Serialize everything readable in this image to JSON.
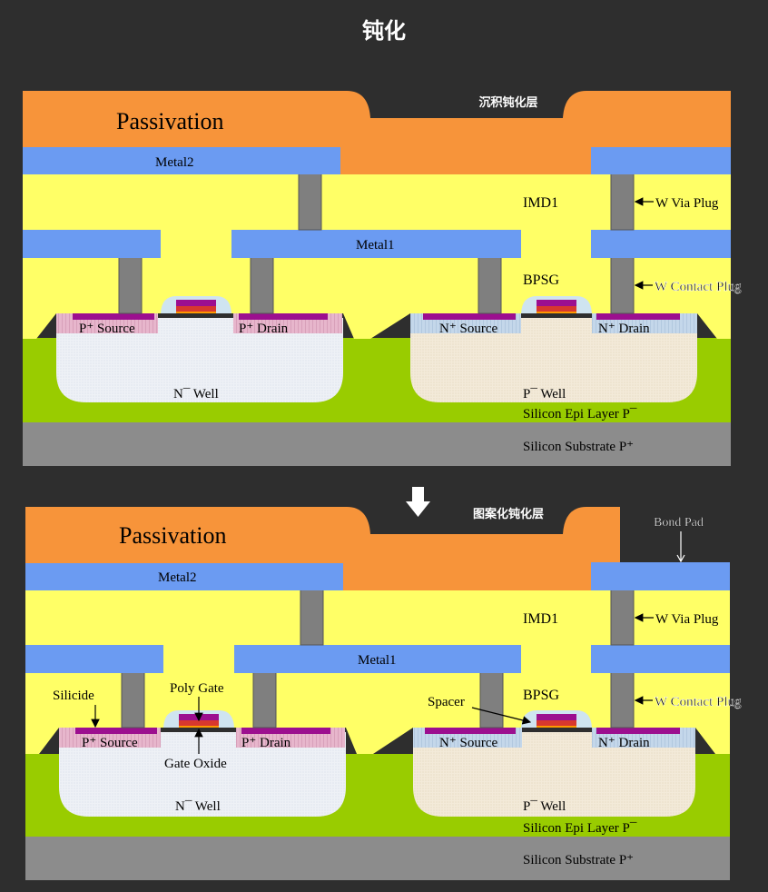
{
  "title": "钝化",
  "colors": {
    "background": "#2e2e2e",
    "passivation": "#f7943a",
    "metal": "#6b9bf2",
    "dielectric": "#ffff66",
    "tungsten": "#7f7f7f",
    "epi": "#99cc00",
    "substrate": "#8c8c8c",
    "well_n": "#eef1f6",
    "well_p": "#f3ead9",
    "silicide": "#9c0f8f",
    "poly": "#d8382e",
    "gate_oxide": "#ff9900",
    "spacer": "#cfe4f0",
    "p_plus": "#e7b6cc",
    "n_plus": "#c4d7ea"
  },
  "arrow_down": "down-arrow",
  "panels": [
    {
      "step_label": "沉积钝化层",
      "passivation": "Passivation",
      "metal2": "Metal2",
      "metal1": "Metal1",
      "imd1": "IMD1",
      "bpsg": "BPSG",
      "w_via_plug": "W Via Plug",
      "w_contact_plug": "W Contact Plug",
      "n_well": "N¯ Well",
      "p_well": "P¯ Well",
      "epi": "Silicon Epi Layer  P¯",
      "substrate": "Silicon Substrate  P⁺",
      "p_source": "P⁺ Source",
      "p_drain": "P⁺ Drain",
      "n_source": "N⁺ Source",
      "n_drain": "N⁺ Drain"
    },
    {
      "step_label": "图案化钝化层",
      "passivation": "Passivation",
      "metal2": "Metal2",
      "metal1": "Metal1",
      "imd1": "IMD1",
      "bpsg": "BPSG",
      "w_via_plug": "W Via Plug",
      "w_contact_plug": "W Contact Plug",
      "n_well": "N¯ Well",
      "p_well": "P¯ Well",
      "epi": "Silicon Epi Layer  P¯",
      "substrate": "Silicon Substrate  P⁺",
      "p_source": "P⁺ Source",
      "p_drain": "P⁺ Drain",
      "n_source": "N⁺ Source",
      "n_drain": "N⁺ Drain",
      "bond_pad": "Bond Pad",
      "silicide": "Silicide",
      "poly_gate": "Poly Gate",
      "gate_oxide": "Gate Oxide",
      "spacer": "Spacer"
    }
  ]
}
